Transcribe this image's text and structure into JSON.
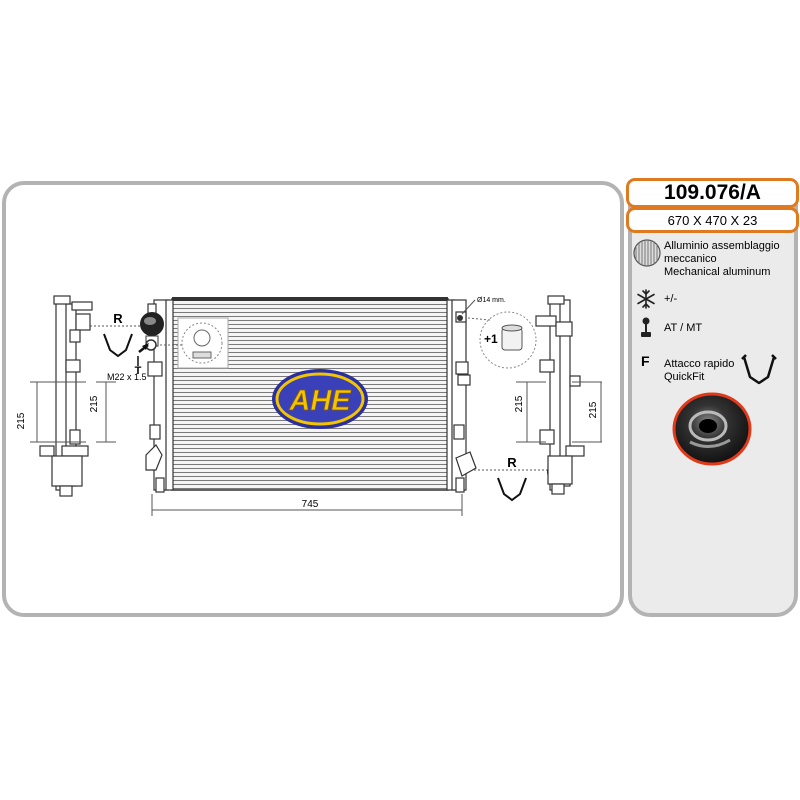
{
  "product": {
    "code": "109.076/A",
    "dimensions": "670 X 470 X 23"
  },
  "legend": {
    "material_lines": [
      "Alluminio assemblaggio",
      "meccanico",
      "Mechanical aluminum"
    ],
    "ac_text": "+/-",
    "transmission_text": "AT / MT",
    "fitting_letter": "F",
    "fitting_lines": [
      "Attacco rapido",
      "QuickFit"
    ]
  },
  "drawing": {
    "brand_logo": "AHE",
    "width_dim": "745",
    "height_dim_left_outer": "215",
    "height_dim_left_inner": "215",
    "height_dim_right_inner": "215",
    "height_dim_right_outer": "215",
    "thread_label": "M22 x 1.5",
    "tap_letter": "T",
    "connector_letter_left": "R",
    "connector_letter_right": "R",
    "hole_label": "Ø14 mm.",
    "accessory_label": "+1"
  },
  "icons": {
    "material": "hatched-circle-icon",
    "ac": "snowflake-icon",
    "transmission": "gear-shift-icon",
    "quickfit": "quickfit-clip-icon"
  }
}
